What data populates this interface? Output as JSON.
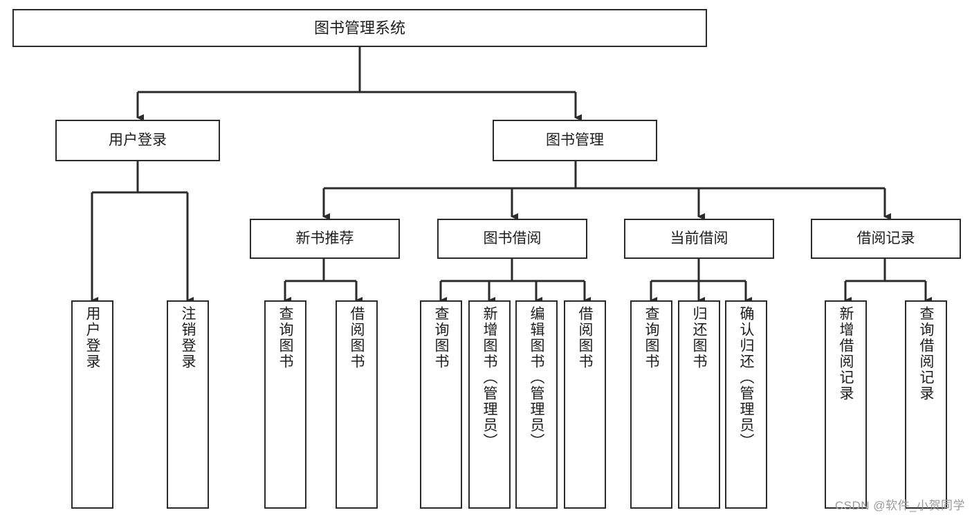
{
  "diagram": {
    "type": "tree-hierarchy",
    "title": "图书管理系统",
    "watermark": "CSDN @软件_小贺同学",
    "colors": {
      "box_stroke": "#2b2b2b",
      "box_fill": "#ffffff",
      "connector": "#2b2b2b",
      "text": "#1d1d1d",
      "watermark": "#9a9a9a"
    },
    "levels": {
      "root": {
        "label": "图书管理系统"
      },
      "level2": [
        {
          "id": "user-login",
          "label": "用户登录"
        },
        {
          "id": "book-manage",
          "label": "图书管理"
        }
      ],
      "level3": [
        {
          "id": "new-book-recommend",
          "label": "新书推荐",
          "parent": "book-manage"
        },
        {
          "id": "book-borrow",
          "label": "图书借阅",
          "parent": "book-manage"
        },
        {
          "id": "current-borrow",
          "label": "当前借阅",
          "parent": "book-manage"
        },
        {
          "id": "borrow-record",
          "label": "借阅记录",
          "parent": "book-manage"
        }
      ],
      "leaves": [
        {
          "id": "leaf-user-login",
          "label": "用户登录",
          "parent": "user-login"
        },
        {
          "id": "leaf-logout-login",
          "label": "注销登录",
          "parent": "user-login"
        },
        {
          "id": "leaf-query-book-1",
          "label": "查询图书",
          "parent": "new-book-recommend"
        },
        {
          "id": "leaf-borrow-book-1",
          "label": "借阅图书",
          "parent": "new-book-recommend"
        },
        {
          "id": "leaf-query-book-2",
          "label": "查询图书",
          "parent": "book-borrow"
        },
        {
          "id": "leaf-add-book",
          "label": "新增图书（管理员）",
          "parent": "book-borrow"
        },
        {
          "id": "leaf-edit-book",
          "label": "编辑图书（管理员）",
          "parent": "book-borrow"
        },
        {
          "id": "leaf-borrow-book-2",
          "label": "借阅图书",
          "parent": "book-borrow"
        },
        {
          "id": "leaf-query-book-3",
          "label": "查询图书",
          "parent": "current-borrow"
        },
        {
          "id": "leaf-return-book",
          "label": "归还图书",
          "parent": "current-borrow"
        },
        {
          "id": "leaf-confirm-return",
          "label": "确认归还（管理员）",
          "parent": "current-borrow"
        },
        {
          "id": "leaf-add-record",
          "label": "新增借阅记录",
          "parent": "borrow-record"
        },
        {
          "id": "leaf-query-record",
          "label": "查询借阅记录",
          "parent": "borrow-record"
        }
      ]
    }
  }
}
